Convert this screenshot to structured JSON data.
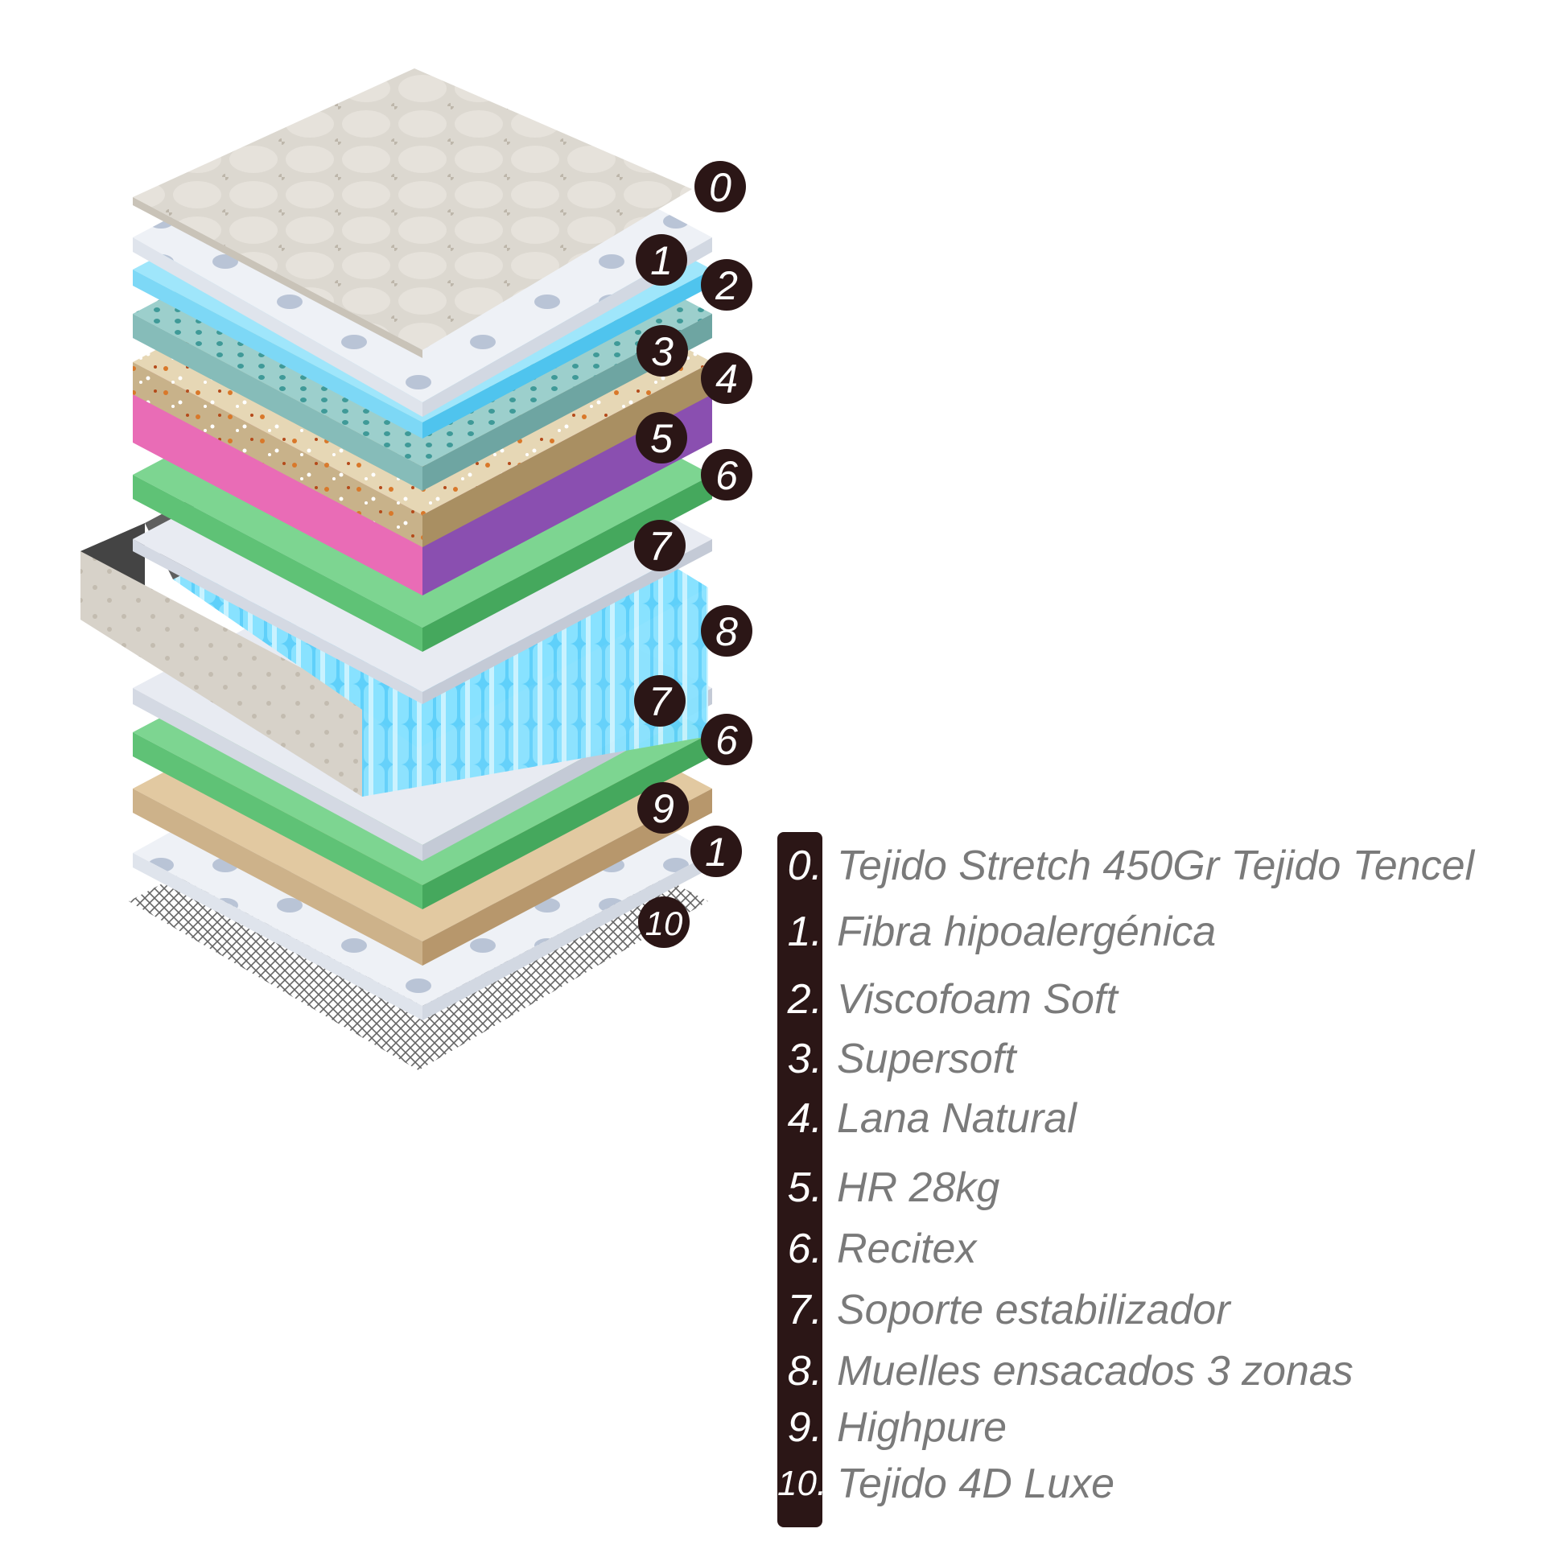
{
  "badges": {
    "b0": "0",
    "b1": "1",
    "b2": "2",
    "b3": "3",
    "b4": "4",
    "b5": "5",
    "b6": "6",
    "b7": "7",
    "b8": "8",
    "b7b": "7",
    "b6b": "6",
    "b9": "9",
    "b1b": "1",
    "b10": "10"
  },
  "legend": [
    {
      "num": "0.",
      "label": "Tejido Stretch 450Gr Tejido Tencel"
    },
    {
      "num": "1.",
      "label": "Fibra hipoalergénica"
    },
    {
      "num": "2.",
      "label": "Viscofoam Soft"
    },
    {
      "num": "3.",
      "label": "Supersoft"
    },
    {
      "num": "4.",
      "label": "Lana Natural"
    },
    {
      "num": "5.",
      "label": "HR 28kg"
    },
    {
      "num": "6.",
      "label": "Recitex"
    },
    {
      "num": "7.",
      "label": "Soporte estabilizador"
    },
    {
      "num": "8.",
      "label": "Muelles ensacados 3 zonas"
    },
    {
      "num": "9.",
      "label": "Highpure"
    },
    {
      "num": "10.",
      "label": "Tejido 4D Luxe"
    }
  ],
  "colors": {
    "badge": "#2b1616",
    "legend_text": "#7a7a7a",
    "quilt": "#d9d4cc",
    "fiber": "#eef1f6",
    "viscofoam": "#9fe6fb",
    "supersoft": "#9ccfcc",
    "wool": "#e6d7b5",
    "hr_pink": "#e96cb6",
    "hr_purple": "#8a4fb0",
    "recitex": "#78d38a",
    "stabilizer": "#e8ebf2",
    "springs": "#5cd2fb",
    "highpure": "#e2c9a1",
    "fabric4d": "#d0d0d0"
  }
}
